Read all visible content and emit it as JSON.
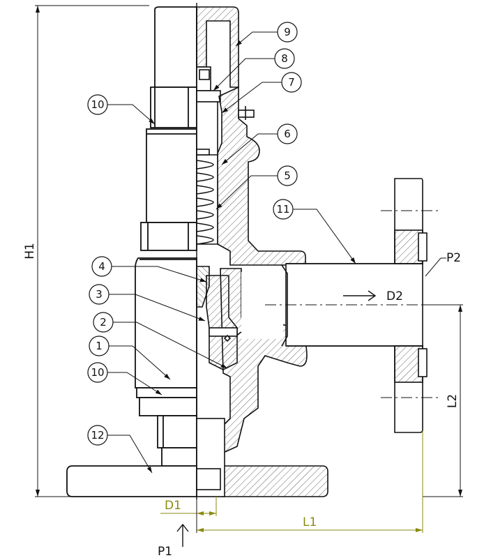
{
  "callouts": [
    {
      "id": "9",
      "label": "9"
    },
    {
      "id": "8",
      "label": "8"
    },
    {
      "id": "7",
      "label": "7"
    },
    {
      "id": "10a",
      "label": "10"
    },
    {
      "id": "6",
      "label": "6"
    },
    {
      "id": "5",
      "label": "5"
    },
    {
      "id": "11",
      "label": "11"
    },
    {
      "id": "4",
      "label": "4"
    },
    {
      "id": "3",
      "label": "3"
    },
    {
      "id": "2",
      "label": "2"
    },
    {
      "id": "1",
      "label": "1"
    },
    {
      "id": "10b",
      "label": "10"
    },
    {
      "id": "12",
      "label": "12"
    }
  ],
  "dimensions": {
    "h1": "H1",
    "l2": "L2",
    "d1": "D1",
    "l1": "L1",
    "d2": "D2",
    "p1": "P1",
    "p2": "P2"
  },
  "colors": {
    "line": "#111111",
    "hatch": "#555555",
    "dim_green": "#8a8a10"
  }
}
